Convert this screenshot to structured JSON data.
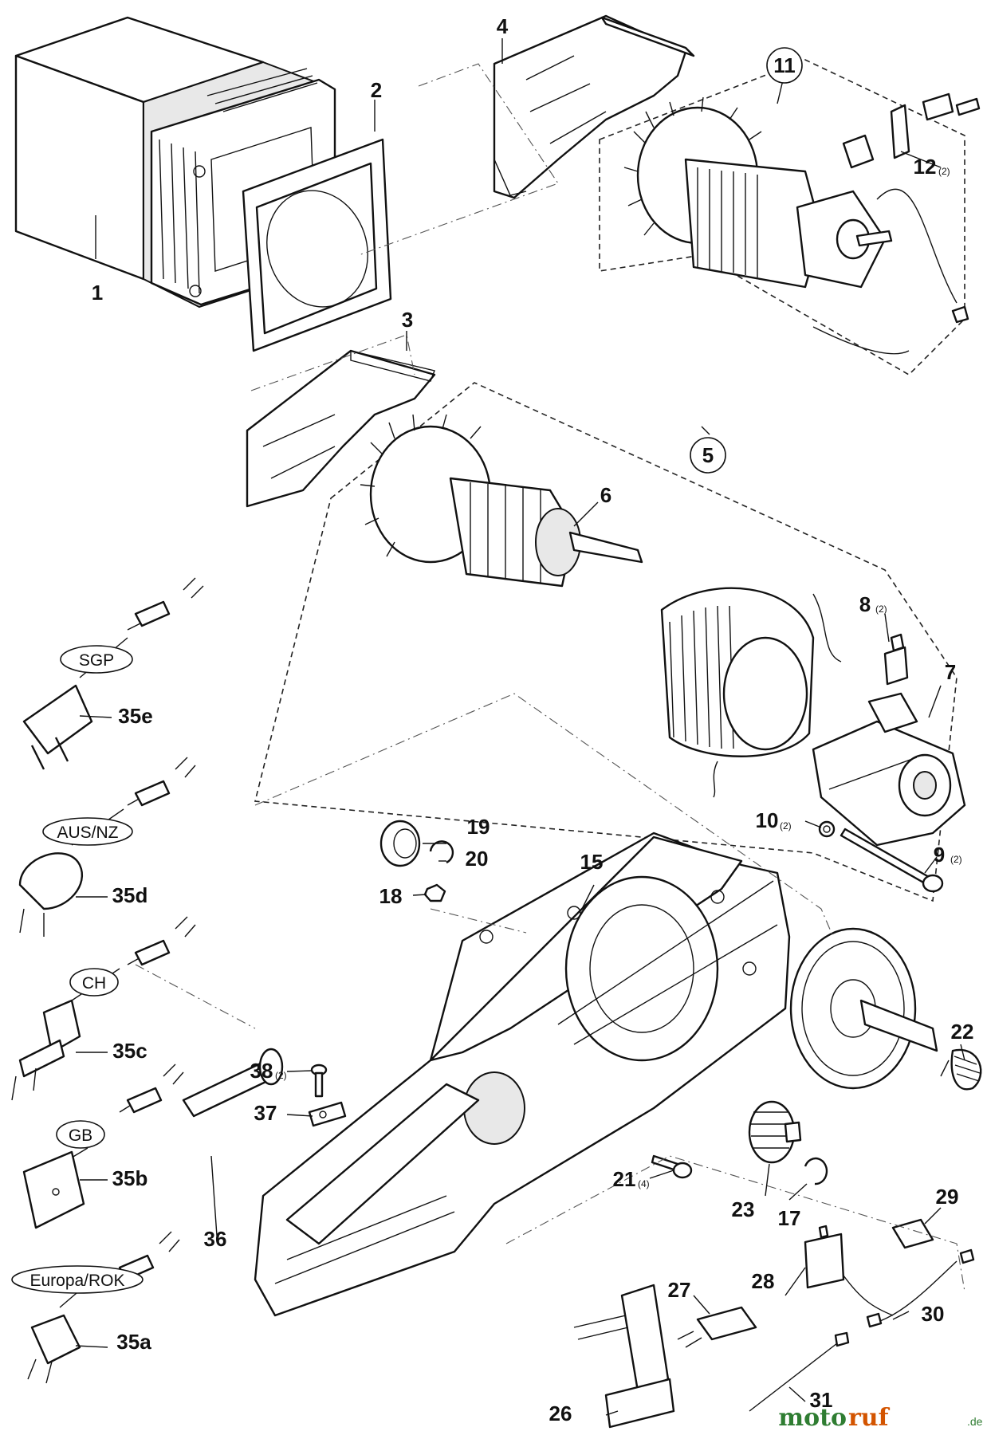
{
  "labels": {
    "p1": "1",
    "p2": "2",
    "p3": "3",
    "p4": "4",
    "p5": "5",
    "p6": "6",
    "p7": "7",
    "p8": "8",
    "p8q": "(2)",
    "p9": "9",
    "p9q": "(2)",
    "p10": "10",
    "p10q": "(2)",
    "p11": "11",
    "p12": "12",
    "p12q": "(2)",
    "p15": "15",
    "p17": "17",
    "p18": "18",
    "p19": "19",
    "p20": "20",
    "p21": "21",
    "p21q": "(4)",
    "p22": "22",
    "p23": "23",
    "p26": "26",
    "p27": "27",
    "p28": "28",
    "p29": "29",
    "p30": "30",
    "p31": "31",
    "p35a": "35a",
    "p35b": "35b",
    "p35c": "35c",
    "p35d": "35d",
    "p35e": "35e",
    "p36": "36",
    "p37": "37",
    "p38": "38",
    "p38q": "(2)"
  },
  "regions": {
    "sgp": "SGP",
    "ausnz": "AUS/NZ",
    "ch": "CH",
    "gb": "GB",
    "europa": "Europa/ROK"
  },
  "watermark": {
    "part1": "moto",
    "part2": "ruf",
    "suffix": ".de"
  },
  "colors": {
    "line": "#111111",
    "watermark_green": "#2f7d32",
    "watermark_orange": "#d35400"
  }
}
